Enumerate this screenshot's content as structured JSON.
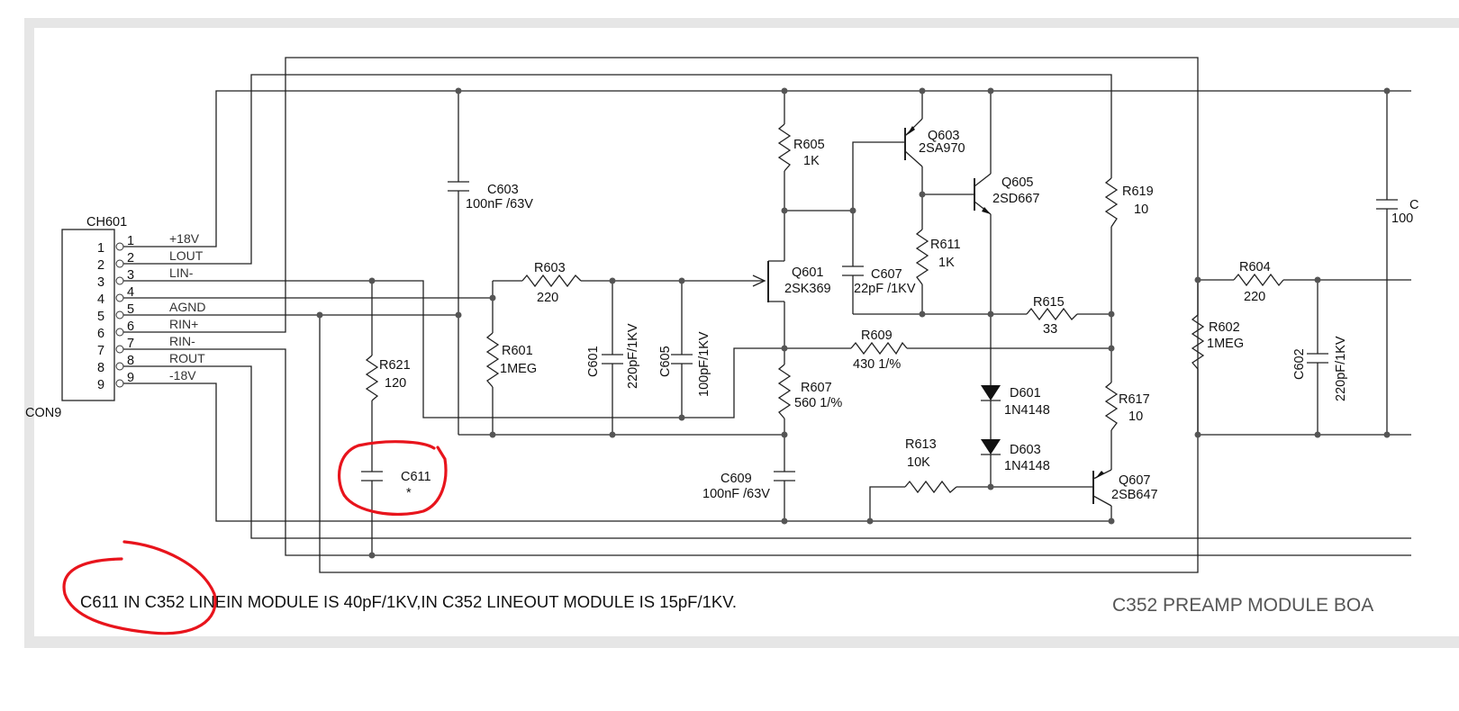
{
  "title": "C352 PREAMP MODULE BOA",
  "note": "C611 IN C352 LINEIN MODULE IS 40pF/1KV,IN C352 LINEOUT MODULE IS 15pF/1KV.",
  "connector": {
    "ref": "CH601",
    "type": "CON9",
    "pins": [
      "1",
      "2",
      "3",
      "4",
      "5",
      "6",
      "7",
      "8",
      "9"
    ],
    "pin_numbers": [
      "1",
      "2",
      "3",
      "4",
      "5",
      "6",
      "7",
      "8",
      "9"
    ],
    "signals": [
      "+18V",
      "LOUT",
      "LIN-",
      "",
      "AGND",
      "RIN+",
      "RIN-",
      "ROUT",
      "-18V"
    ]
  },
  "components": {
    "R603": {
      "ref": "R603",
      "value": "220"
    },
    "R601": {
      "ref": "R601",
      "value": "1MEG"
    },
    "R621": {
      "ref": "R621",
      "value": "120"
    },
    "C611": {
      "ref": "C611",
      "value": "*"
    },
    "C603": {
      "ref": "C603",
      "value": "100nF /63V"
    },
    "C601": {
      "ref": "C601",
      "value": "220pF/1KV"
    },
    "C605": {
      "ref": "C605",
      "value": "100pF/1KV"
    },
    "R605": {
      "ref": "R605",
      "value": "1K"
    },
    "Q601": {
      "ref": "Q601",
      "value": "2SK369"
    },
    "R607": {
      "ref": "R607",
      "value": "560 1/%"
    },
    "C609": {
      "ref": "C609",
      "value": "100nF /63V"
    },
    "Q603": {
      "ref": "Q603",
      "value": "2SA970"
    },
    "C607": {
      "ref": "C607",
      "value": "22pF /1KV"
    },
    "R611": {
      "ref": "R611",
      "value": "1K"
    },
    "Q605": {
      "ref": "Q605",
      "value": "2SD667"
    },
    "R609": {
      "ref": "R609",
      "value": "430  1/%"
    },
    "R615": {
      "ref": "R615",
      "value": "33"
    },
    "D601": {
      "ref": "D601",
      "value": "1N4148"
    },
    "D603": {
      "ref": "D603",
      "value": "1N4148"
    },
    "R613": {
      "ref": "R613",
      "value": "10K"
    },
    "R619": {
      "ref": "R619",
      "value": "10"
    },
    "R617": {
      "ref": "R617",
      "value": "10"
    },
    "Q607": {
      "ref": "Q607",
      "value": "2SB647"
    },
    "R602": {
      "ref": "R602",
      "value": "1MEG"
    },
    "R604": {
      "ref": "R604",
      "value": "220"
    },
    "C602": {
      "ref": "C602",
      "value": "220pF/1KV"
    },
    "C_right": {
      "ref": "C",
      "value": "100"
    }
  },
  "annotation_color": "#e8141c"
}
